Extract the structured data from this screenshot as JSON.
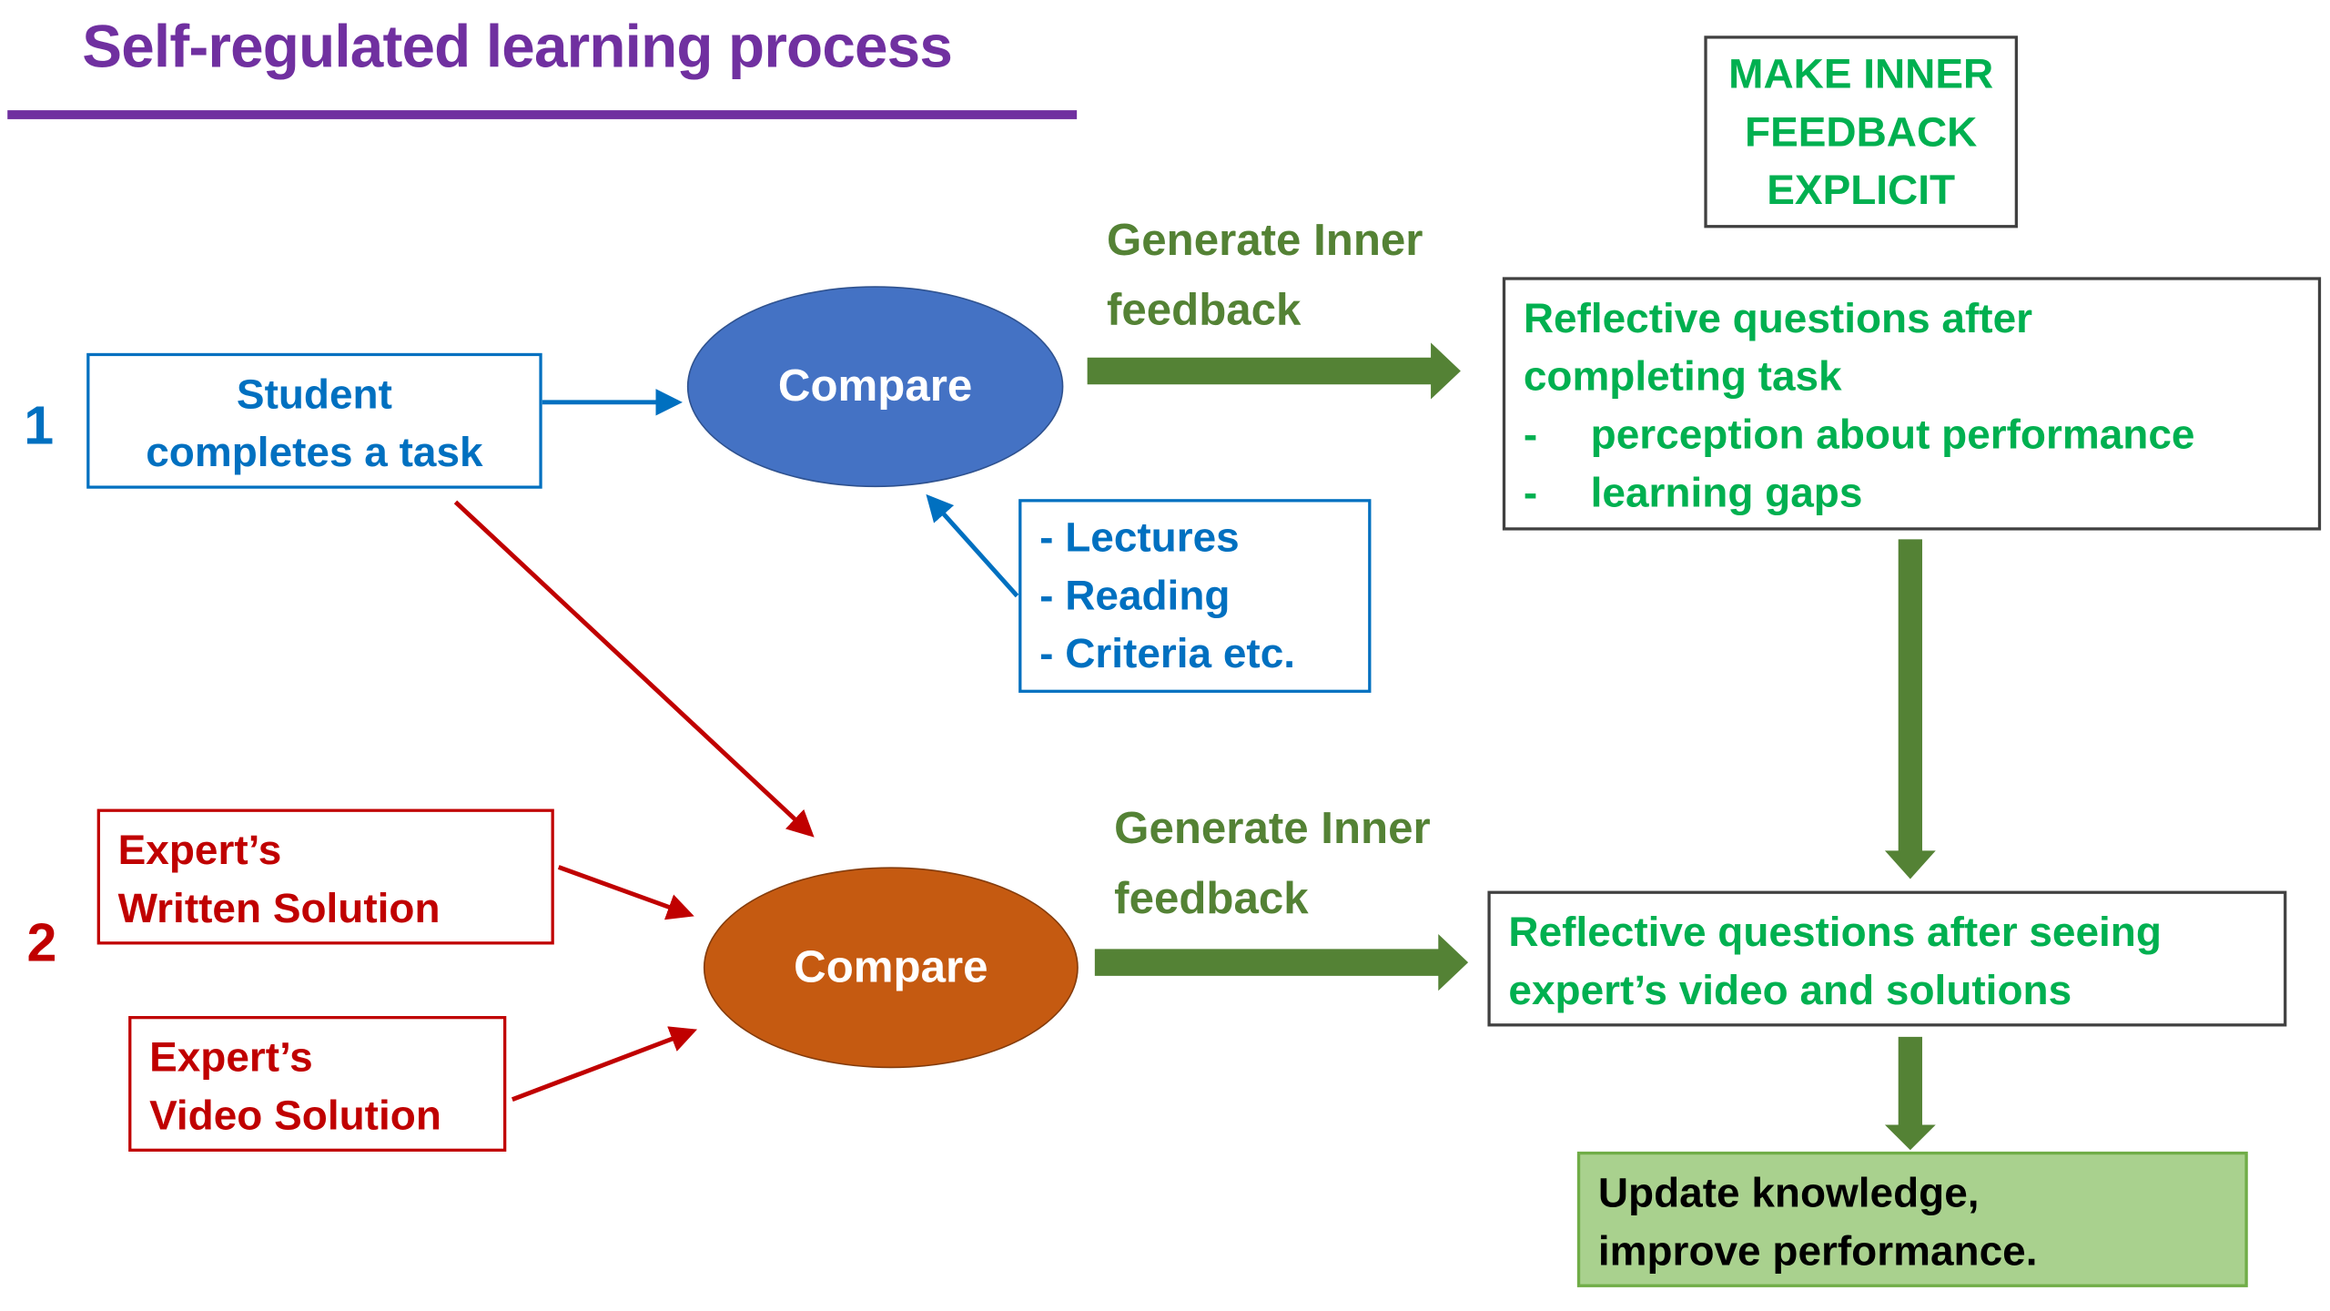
{
  "title": "Self-regulated learning process",
  "colors": {
    "title": "#7030a0",
    "path1": "#0070c0",
    "path2": "#c00000",
    "compare1_fill": "#4472c4",
    "compare2_fill": "#c55a11",
    "feedback_arrow": "#548235",
    "reflective_text": "#00b050",
    "outcome_fill": "#a9d18e"
  },
  "path1": {
    "number": "1",
    "student_box": [
      "Student",
      "completes a task"
    ],
    "compare_label": "Compare",
    "resources": [
      "- Lectures",
      "- Reading",
      "- Criteria etc."
    ],
    "feedback_label": [
      "Generate Inner",
      "feedback"
    ],
    "reflective_box": {
      "lines": [
        "Reflective questions after",
        "completing task"
      ],
      "bullets": [
        "perception about performance",
        "learning gaps"
      ],
      "bullet_marker": "-"
    }
  },
  "path2": {
    "number": "2",
    "written_solution": [
      "Expert’s",
      "Written Solution"
    ],
    "video_solution": [
      "Expert’s",
      "Video Solution"
    ],
    "compare_label": "Compare",
    "feedback_label": [
      "Generate Inner",
      "feedback"
    ],
    "reflective_box": [
      "Reflective questions after seeing",
      "expert’s video and solutions"
    ]
  },
  "callout": [
    "MAKE INNER",
    "FEEDBACK",
    "EXPLICIT"
  ],
  "outcome": [
    "Update knowledge,",
    "improve performance."
  ]
}
